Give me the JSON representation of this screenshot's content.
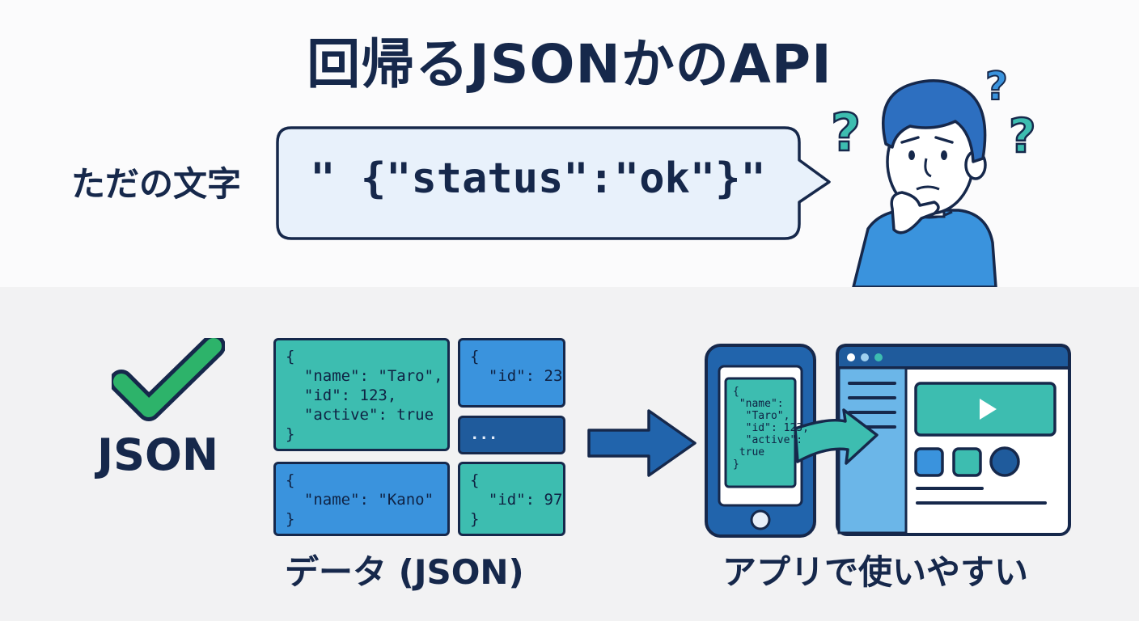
{
  "title": "回帰るJSONかのAPI",
  "plain_text_label": "ただの文字",
  "bubble_text": "\" {\"status\":\"ok\"}\"",
  "question_marks": [
    "?",
    "?",
    "?"
  ],
  "json_label": "JSON",
  "json_boxes": [
    "{\n  \"name\": \"Taro\",\n  \"id\": 123,\n  \"active\": true\n}",
    "{\n  \"id\": 23",
    "...",
    "{\n  \"name\": \"Kano\"\n}",
    "{\n  \"id\": 97\n}"
  ],
  "caption_data": "データ (JSON)",
  "phone_json": "{\n \"name\":\n  \"Taro\",\n  \"id\": 123,\n  \"active\":\n true\n}",
  "caption_app": "アプリで使いやすい",
  "icons": [
    "person-confused-icon",
    "check-icon",
    "arrow-right-icon",
    "smartphone-icon",
    "browser-window-icon",
    "play-icon"
  ],
  "colors": {
    "navy": "#16284b",
    "teal": "#3dbdb0",
    "blue": "#3a93dd",
    "dark_blue": "#1f5b9c",
    "green": "#2db36a",
    "bubble_fill": "#e8f1fb"
  }
}
